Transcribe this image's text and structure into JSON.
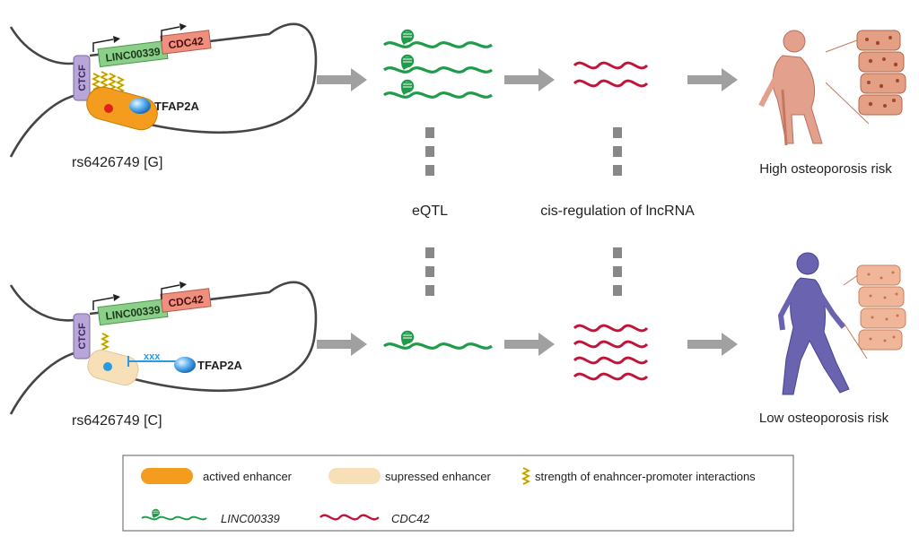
{
  "top_panel": {
    "ctcf": "CTCF",
    "gene1": "LINC00339",
    "gene2": "CDC42",
    "tf": "TFAP2A",
    "snp": "rs6426749 [G]",
    "outcome": "High osteoporosis risk"
  },
  "bottom_panel": {
    "ctcf": "CTCF",
    "gene1": "LINC00339",
    "gene2": "CDC42",
    "tf": "TFAP2A",
    "snp": "rs6426749 [C]",
    "outcome": "Low osteoporosis risk"
  },
  "middle": {
    "eqtl": "eQTL",
    "cis": "cis-regulation of lncRNA"
  },
  "legend": {
    "active": "actived enhancer",
    "suppressed": "supressed enhancer",
    "strength": "strength of enahncer-promoter interactions",
    "linc": "LINC00339",
    "cdc": "CDC42"
  },
  "colors": {
    "enhancer_active": "#f39c1e",
    "enhancer_suppressed": "#f7dfb7",
    "ctcf": "#b8a6d8",
    "linc_box": "#8ccf8a",
    "cdc_box": "#ef8f7f",
    "linc_rna": "#1f9b4a",
    "cdc_rna": "#c0143a",
    "arrow": "#a0a0a0",
    "tf": "#3d8fd6",
    "person_high": "#e2a08d",
    "person_low": "#6a64b0"
  }
}
